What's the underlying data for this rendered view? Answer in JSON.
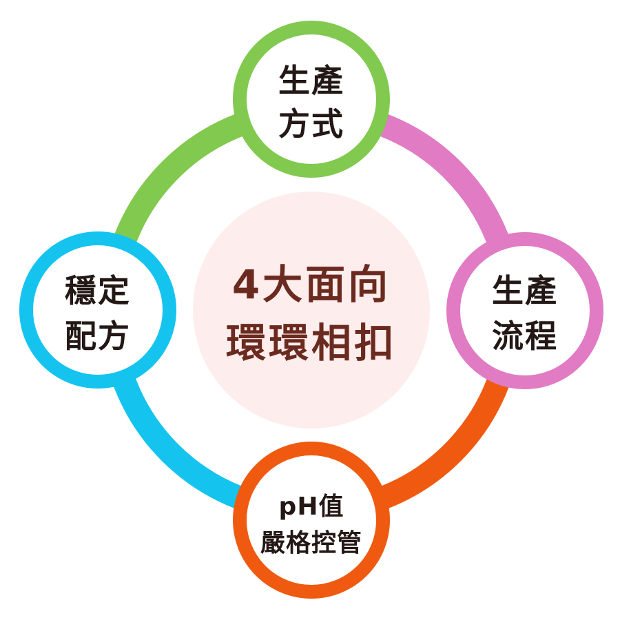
{
  "center": {
    "line1": "4大面向",
    "line2": "環環相扣",
    "fill_color": "#fdeeed",
    "text_color": "#6b2a1f"
  },
  "nodes": [
    {
      "id": "top",
      "line1": "生產",
      "line2": "方式",
      "color": "#82c94f"
    },
    {
      "id": "right",
      "line1": "生產",
      "line2": "流程",
      "color": "#e07bc4"
    },
    {
      "id": "bottom",
      "line1": "pH值",
      "line2": "嚴格控管",
      "color": "#ef5a10"
    },
    {
      "id": "left",
      "line1": "穩定",
      "line2": "配方",
      "color": "#14c4ef"
    }
  ],
  "arcs": [
    {
      "id": "top-right",
      "color": "#e07bc4"
    },
    {
      "id": "right-bottom",
      "color": "#ef5a10"
    },
    {
      "id": "bottom-left",
      "color": "#14c4ef"
    },
    {
      "id": "left-top",
      "color": "#82c94f"
    }
  ]
}
